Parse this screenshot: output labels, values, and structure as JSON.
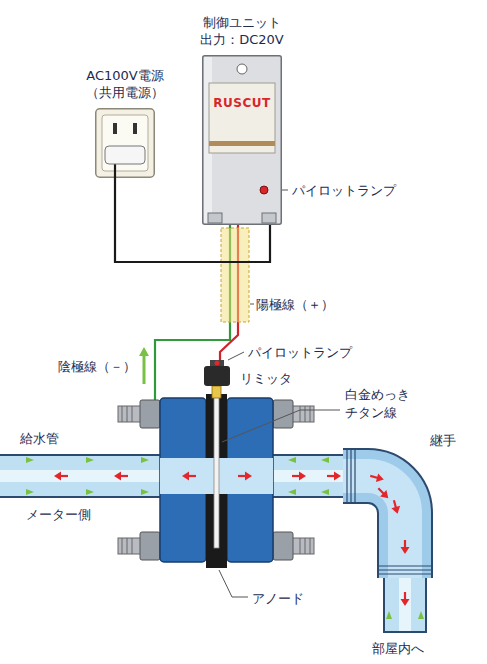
{
  "diagram": {
    "nodes": [
      {
        "text": [
          "制御ユニット 出力：DC20V",
          "RUSCUT"
        ]
      },
      {
        "text": [
          "AC100V電源 （共用電源）"
        ]
      }
    ],
    "edges": [
      {
        "from": 1,
        "to": 0,
        "arrow": "none"
      }
    ],
    "labels": [
      "パイロットランプ",
      "陽極線（＋）",
      "陰極線（－）",
      "パイロットランプ",
      "リミッタ",
      "白金めっき チタン線",
      "給水管",
      "継手",
      "メーター側",
      "アノード",
      "部屋内へ"
    ]
  }
}
